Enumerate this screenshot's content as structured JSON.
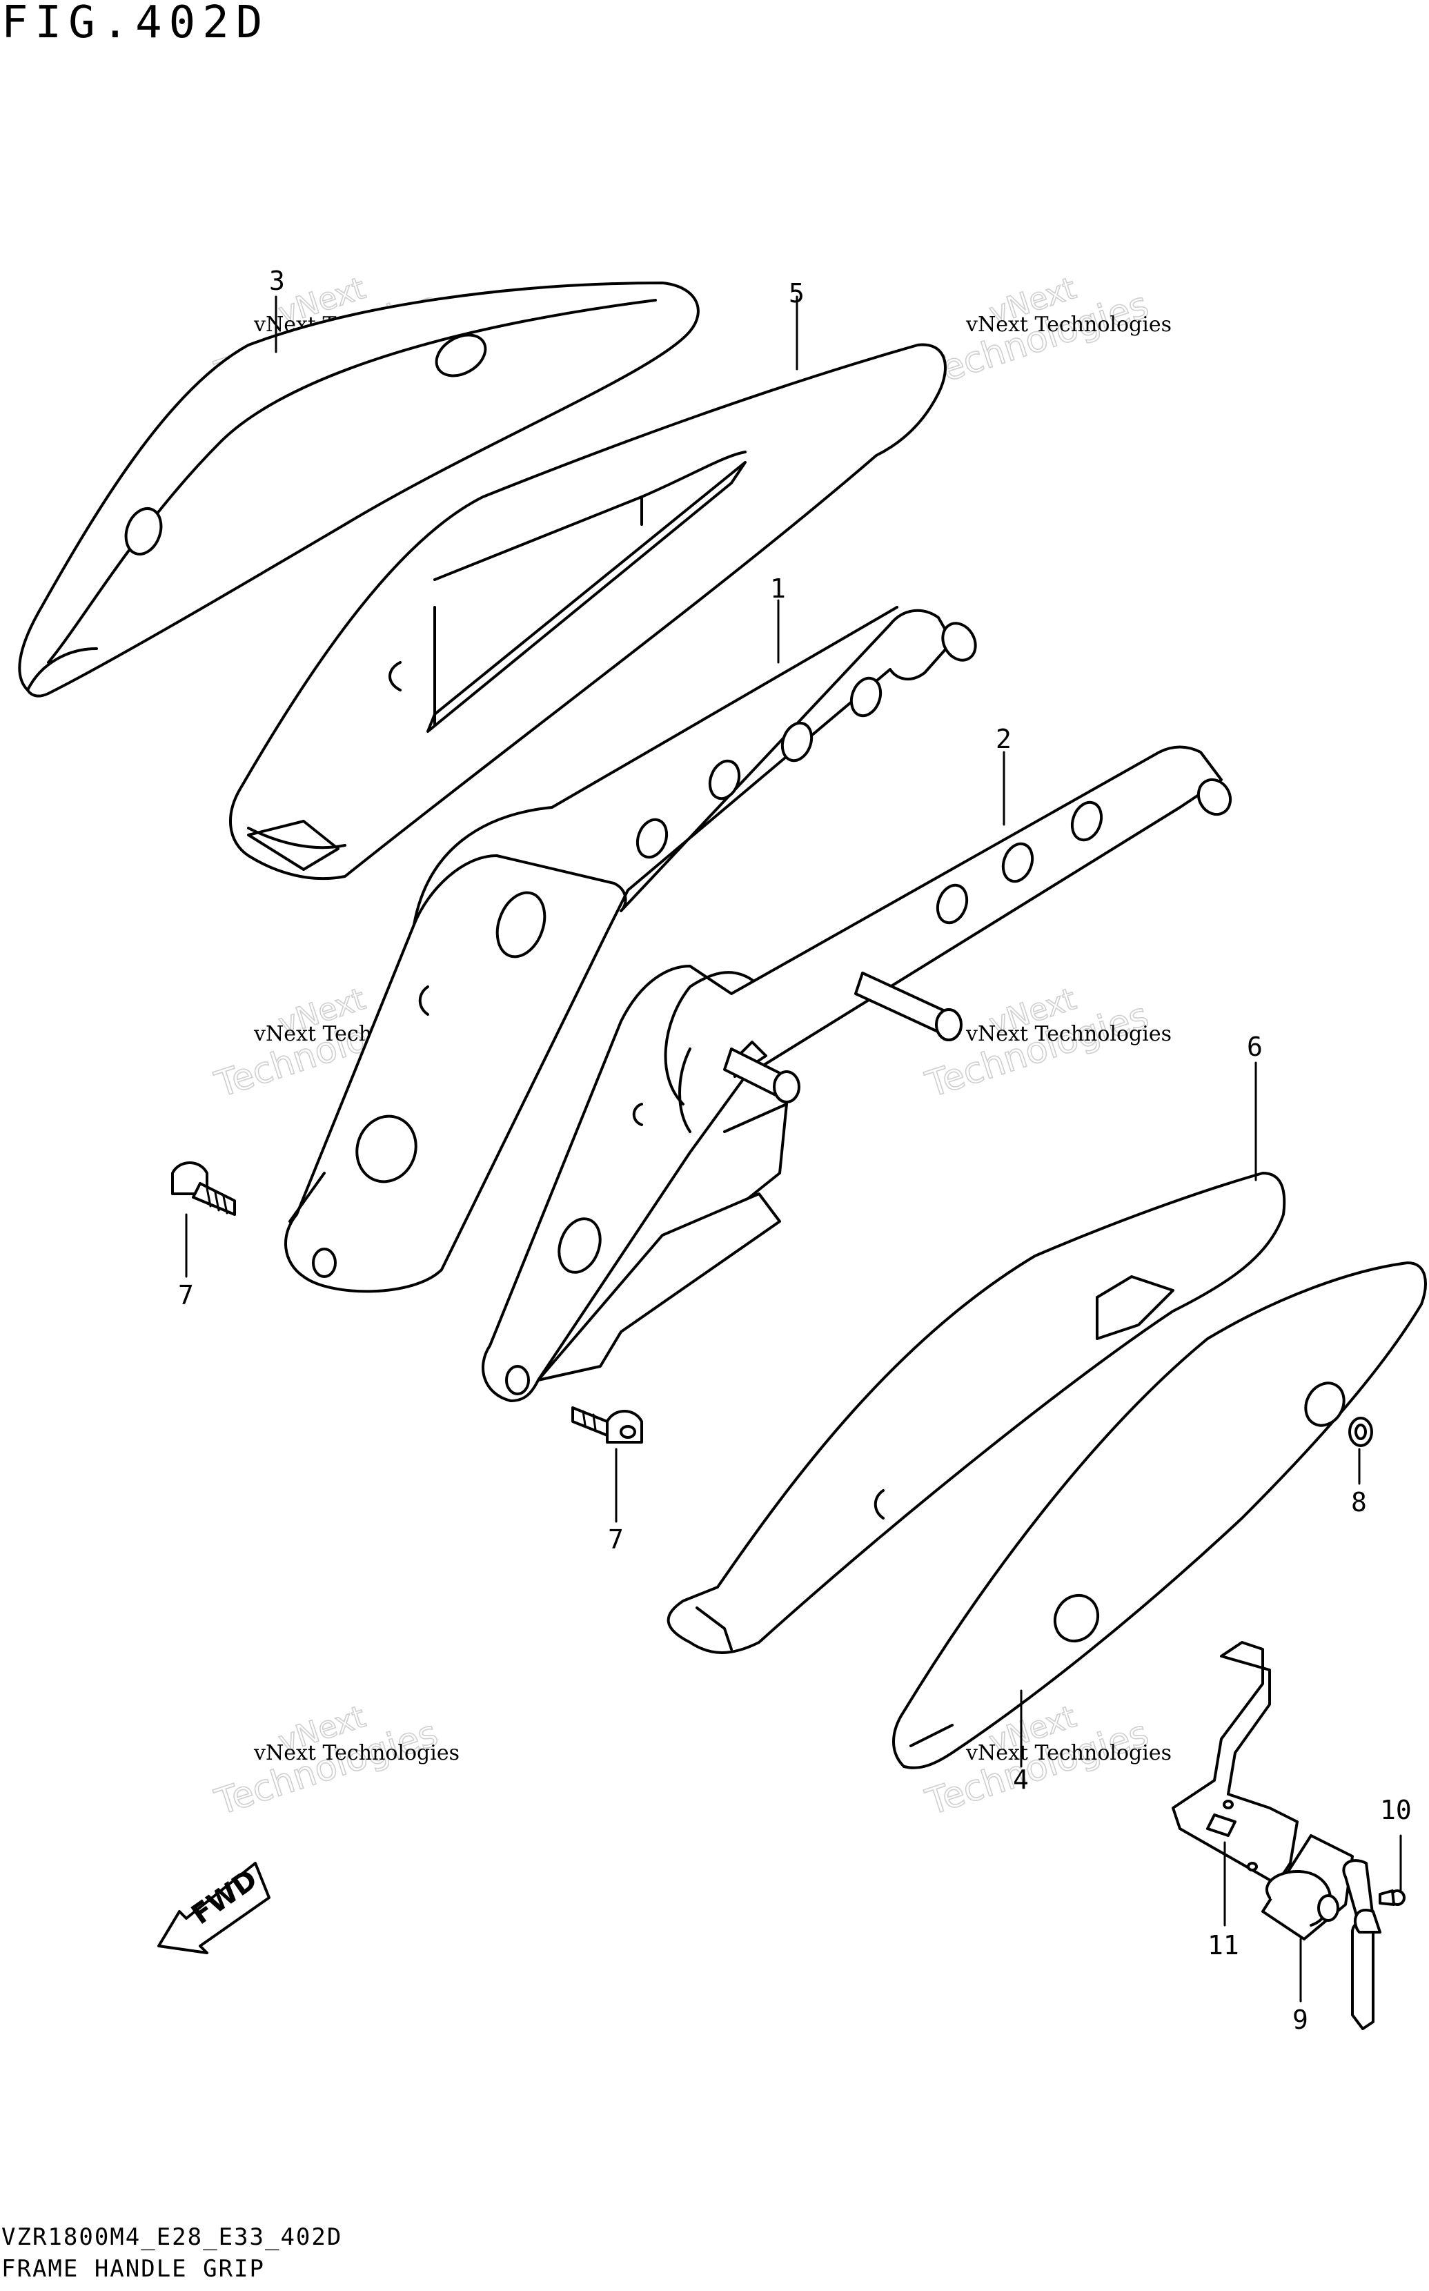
{
  "figure": {
    "title": "FIG.402D",
    "code": "VZR1800M4_E28_E33_402D",
    "name": "FRAME HANDLE GRIP"
  },
  "callouts": [
    {
      "id": "c3",
      "label": "3"
    },
    {
      "id": "c5",
      "label": "5"
    },
    {
      "id": "c1",
      "label": "1"
    },
    {
      "id": "c2",
      "label": "2"
    },
    {
      "id": "c6",
      "label": "6"
    },
    {
      "id": "c7a",
      "label": "7"
    },
    {
      "id": "c7b",
      "label": "7"
    },
    {
      "id": "c8",
      "label": "8"
    },
    {
      "id": "c4",
      "label": "4"
    },
    {
      "id": "c10",
      "label": "10"
    },
    {
      "id": "c11",
      "label": "11"
    },
    {
      "id": "c9",
      "label": "9"
    }
  ],
  "watermark": {
    "line1": "vNext Technologies",
    "line2a": "vNext",
    "line2b": "Technologies"
  },
  "fwd_label": "FWD"
}
